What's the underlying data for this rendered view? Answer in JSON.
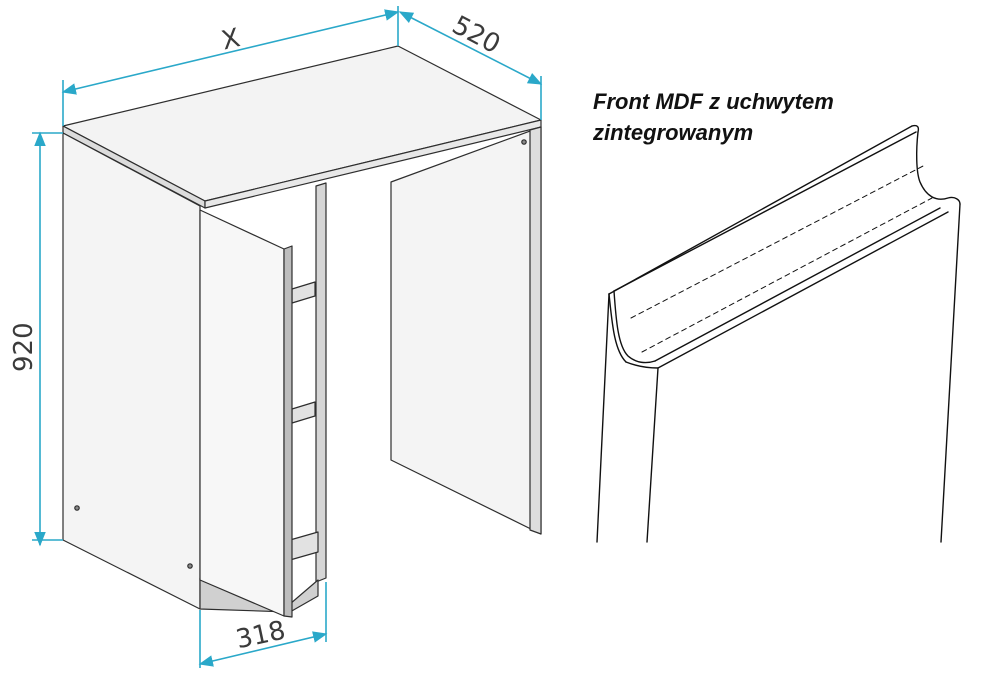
{
  "dimensions": {
    "width_label": "X",
    "depth_label": "520",
    "height_label": "920",
    "door_label": "318"
  },
  "caption": {
    "line1": "Front MDF z uchwytem",
    "line2": "zintegrowanym"
  },
  "colors": {
    "dimension_line": "#2aa8c9",
    "outline": "#2e2e2e",
    "panel_fill": "#f3f3f3",
    "panel_edge": "#c9c9c9"
  }
}
